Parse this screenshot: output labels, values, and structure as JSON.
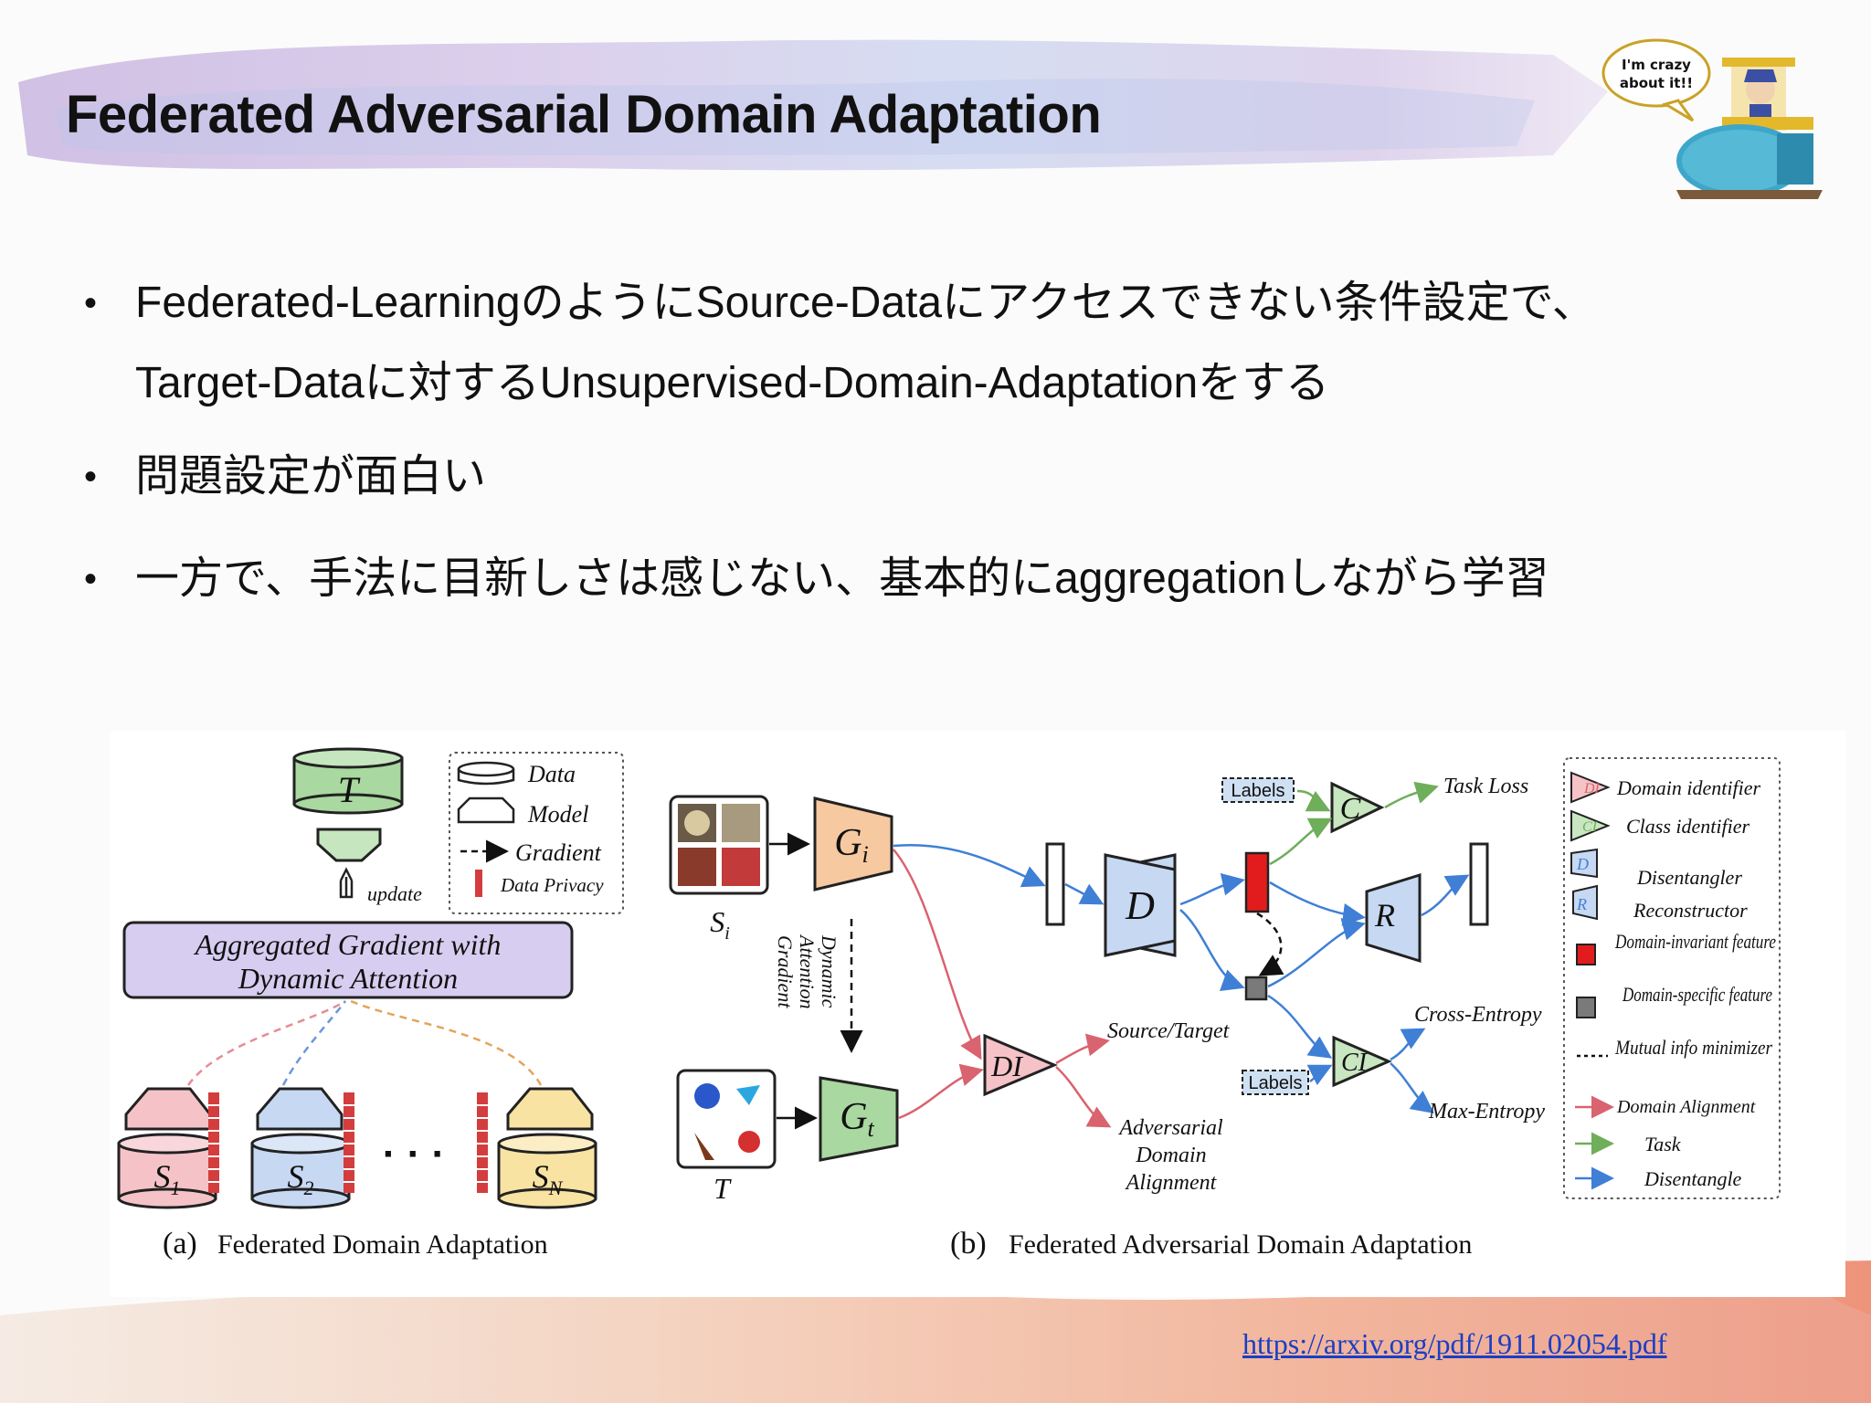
{
  "slide": {
    "title": "Federated Adversarial Domain Adaptation",
    "mascot_speech": "I'm crazy about it!!",
    "bullets": [
      {
        "lines": [
          "Federated-LearningのようにSource-Dataにアクセスできない条件設定で、",
          "Target-Dataに対するUnsupervised-Domain-Adaptationをする"
        ]
      },
      {
        "lines": [
          "問題設定が面白い"
        ]
      },
      {
        "lines": [
          "一方で、手法に目新しさは感じない、基本的にaggregationしながら学習"
        ]
      }
    ],
    "reference_url": "https://arxiv.org/pdf/1911.02054.pdf"
  },
  "figure_a": {
    "caption_letter": "(a)",
    "caption": "Federated Domain Adaptation",
    "target_label": "T",
    "update_label": "update",
    "aggregate_line1": "Aggregated Gradient with",
    "aggregate_line2": "Dynamic Attention",
    "sources": [
      "S1",
      "S2",
      "SN"
    ],
    "dots": "· · ·",
    "legend": [
      "Data",
      "Model",
      "Gradient",
      "Data Privacy"
    ]
  },
  "figure_b": {
    "caption_letter": "(b)",
    "caption": "Federated Adversarial Domain Adaptation",
    "gi": "Gi",
    "gt": "Gt",
    "si": "Si",
    "t": "T",
    "dynamic_attention": [
      "Dynamic",
      "Attention",
      "Gradient"
    ],
    "d": "D",
    "di": "DI",
    "c": "C",
    "r": "R",
    "ci": "CI",
    "labels_top": "Labels",
    "labels_bottom": "Labels",
    "task_loss": "Task Loss",
    "source_target": "Source/Target",
    "adversarial": [
      "Adversarial",
      "Domain",
      "Alignment"
    ],
    "cross_entropy": "Cross-Entropy",
    "max_entropy": "Max-Entropy",
    "legend": [
      {
        "key": "DI",
        "text": "Domain identifier"
      },
      {
        "key": "CI",
        "text": "Class identifier"
      },
      {
        "key": "D",
        "text": "Disentangler"
      },
      {
        "key": "R",
        "text": "Reconstructor"
      },
      {
        "key": "",
        "text": "Domain-invariant feature"
      },
      {
        "key": "",
        "text": "Domain-specific feature"
      },
      {
        "key": "",
        "text": "Mutual info minimizer"
      },
      {
        "key": "",
        "text": "Domain Alignment"
      },
      {
        "key": "",
        "text": "Task"
      },
      {
        "key": "",
        "text": "Disentangle"
      }
    ]
  },
  "colors": {
    "domain_alignment": "#d9636f",
    "task": "#6fae5b",
    "disentangle": "#3f7fd6",
    "link": "#1a3fc4"
  }
}
